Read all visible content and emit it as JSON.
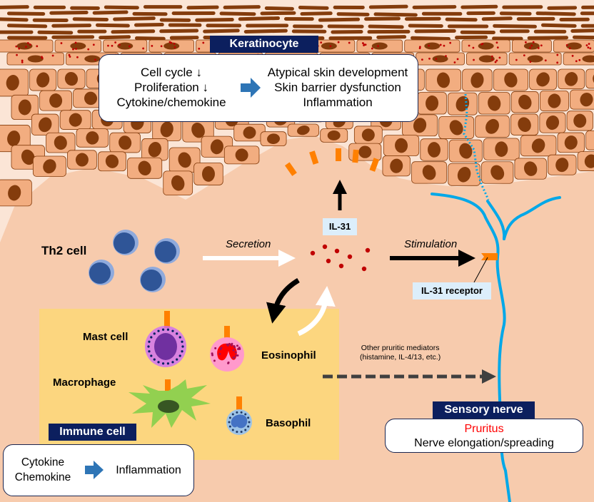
{
  "keratinocyte": {
    "header": "Keratinocyte",
    "effects_left": [
      "Cell cycle ↓",
      "Proliferation ↓",
      "Cytokine/chemokine"
    ],
    "effects_right": [
      "Atypical skin development",
      "Skin barrier dysfunction",
      "Inflammation"
    ]
  },
  "th2": {
    "label": "Th2 cell"
  },
  "secretion_label": "Secretion",
  "stimulation_label": "Stimulation",
  "il31_label": "IL-31",
  "il31_receptor_label": "IL-31 receptor",
  "immune_cells": {
    "mast_cell": "Mast cell",
    "eosinophil": "Eosinophil",
    "macrophage": "Macrophage",
    "basophil": "Basophil"
  },
  "other_mediators": [
    "Other pruritic mediators",
    "(histamine, IL-4/13, etc.)"
  ],
  "immune_cell_box": {
    "header": "Immune cell",
    "left": [
      "Cytokine",
      "Chemokine"
    ],
    "right": "Inflammation"
  },
  "sensory_nerve_box": {
    "header": "Sensory nerve",
    "line1": "Pruritus",
    "line2": "Nerve elongation/spreading"
  },
  "colors": {
    "dermis": "#f7cbad",
    "keratinocyte": "#f2ad80",
    "nucleus": "#843c0c",
    "header_navy": "#0c1f5e",
    "nerve": "#00a8e8",
    "receptor": "#ff8000",
    "il31_dot": "#c00000",
    "immune_zone": "#fcd67f",
    "pruritus_red": "#ff0000",
    "process_arrow": "#2e75b6",
    "th2_core": "#2f5597",
    "th2_ring": "#8faadc"
  }
}
